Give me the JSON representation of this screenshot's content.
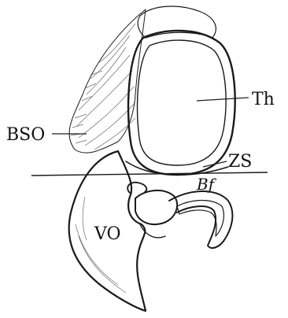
{
  "figure": {
    "labels": {
      "th": "Th",
      "bso": "BSO",
      "zs": "ZS",
      "bf": "Bf",
      "vo": "VO"
    }
  }
}
